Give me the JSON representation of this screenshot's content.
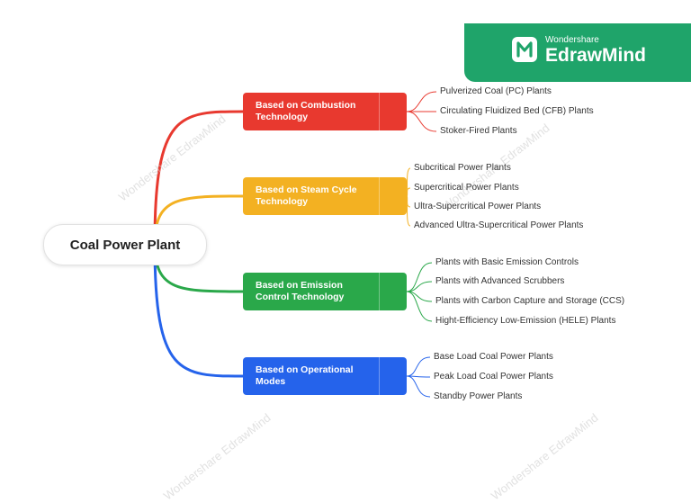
{
  "root": {
    "label": "Coal Power Plant"
  },
  "watermark": {
    "brand": "Wondershare",
    "product": "EdrawMind"
  },
  "logo": {
    "brand": "Wondershare",
    "product": "EdrawMind",
    "color": "#1fa46a"
  },
  "branches": [
    {
      "label": "Based on Combustion Technology",
      "color": "#e8392f",
      "items": [
        "Pulverized Coal (PC) Plants",
        "Circulating Fluidized Bed (CFB) Plants",
        "Stoker-Fired Plants"
      ]
    },
    {
      "label": "Based on Steam Cycle Technology",
      "color": "#f3b122",
      "items": [
        "Subcritical Power Plants",
        "Supercritical Power Plants",
        "Ultra-Supercritical Power Plants",
        "Advanced Ultra-Supercritical Power Plants"
      ]
    },
    {
      "label": "Based on Emission Control Technology",
      "color": "#2aa84a",
      "items": [
        "Plants with Basic Emission Controls",
        "Plants with Advanced Scrubbers",
        "Plants with Carbon Capture and Storage (CCS)",
        "Hight-Efficiency Low-Emission (HELE) Plants"
      ]
    },
    {
      "label": "Based on Operational Modes",
      "color": "#2563eb",
      "items": [
        "Base Load Coal Power Plants",
        "Peak Load Coal Power Plants",
        "Standby Power Plants"
      ]
    }
  ]
}
